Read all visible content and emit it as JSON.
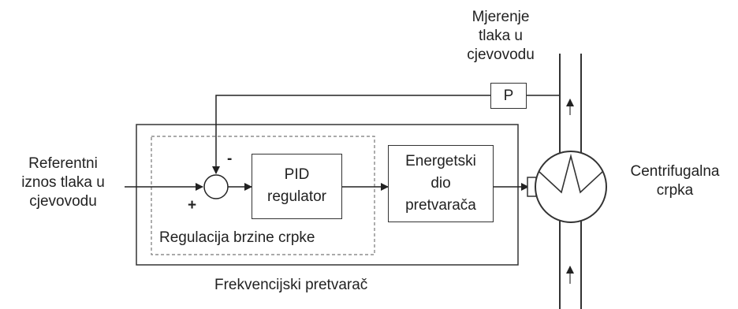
{
  "labels": {
    "reference_line1": "Referentni",
    "reference_line2": "iznos tlaka u",
    "reference_line3": "cjevovodu",
    "measurement_line1": "Mjerenje",
    "measurement_line2": "tlaka u",
    "measurement_line3": "cjevovodu",
    "pid_line1": "PID",
    "pid_line2": "regulator",
    "energy_line1": "Energetski",
    "energy_line2": "dio",
    "energy_line3": "pretvarača",
    "speed_regulation": "Regulacija brzine crpke",
    "converter": "Frekvencijski pretvarač",
    "pump_line1": "Centrifugalna",
    "pump_line2": "crpka",
    "sensor": "P",
    "plus_sign": "+",
    "minus_sign": "-"
  }
}
